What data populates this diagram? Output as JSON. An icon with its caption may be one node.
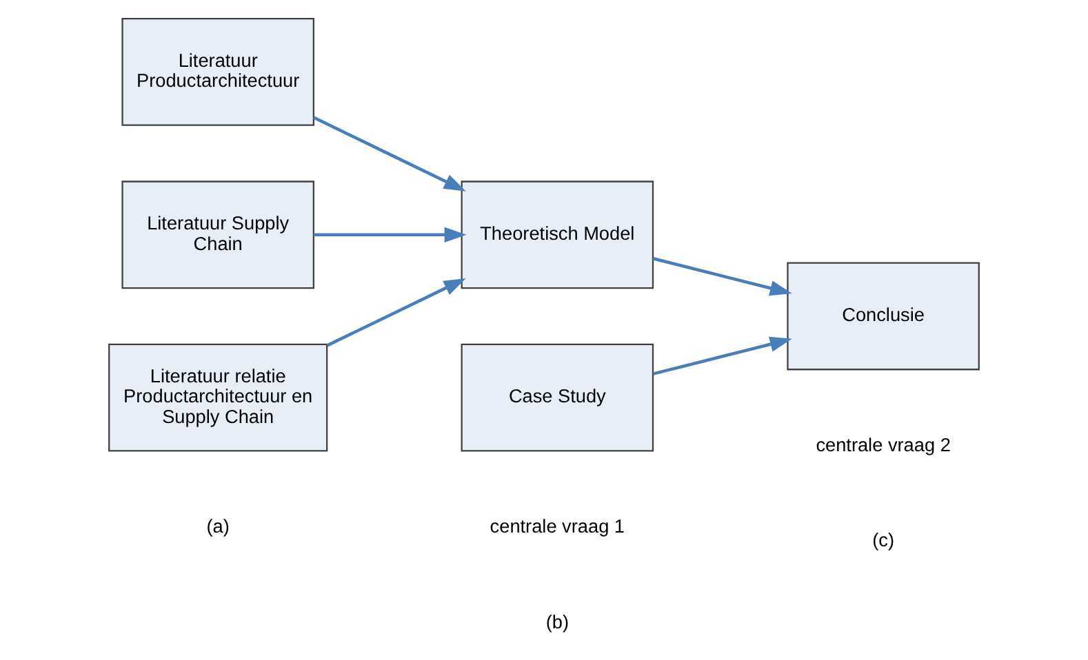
{
  "diagram": {
    "nodes": [
      {
        "text": [
          "Literatuur Productarchitectuur"
        ]
      },
      {
        "text": [
          "Literatuur Supply Chain"
        ]
      },
      {
        "text": [
          "Literatuur relatie Productarchitectuur en Supply Chain"
        ]
      },
      {
        "text": [
          "Theoretisch Model"
        ]
      },
      {
        "text": [
          "Case Study"
        ]
      },
      {
        "text": [
          "Conclusie"
        ]
      }
    ],
    "edges": [
      {
        "from": 0,
        "to": 3,
        "arrow": "to"
      },
      {
        "from": 1,
        "to": 3,
        "arrow": "to"
      },
      {
        "from": 2,
        "to": 3,
        "arrow": "to"
      },
      {
        "from": 3,
        "to": 5,
        "arrow": "to"
      },
      {
        "from": 4,
        "to": 5,
        "arrow": "to"
      }
    ],
    "labels": [
      "centrale vraag 1",
      "centrale vraag 2",
      "(a)",
      "(b)",
      "(c)"
    ]
  }
}
